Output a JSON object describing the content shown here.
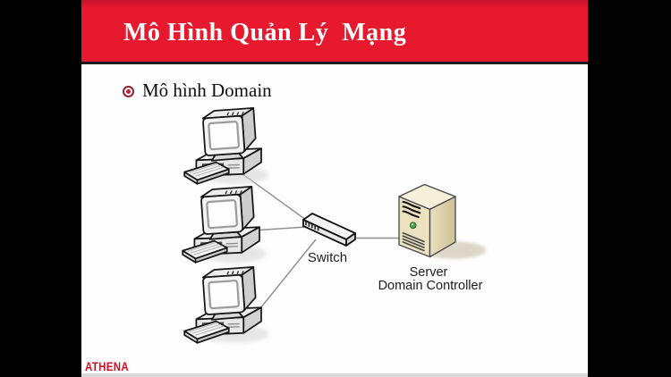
{
  "slide": {
    "title": "Mô Hình Quản Lý  Mạng",
    "bullet_label": "Mô hình Domain",
    "watermark": "ATHENA"
  },
  "diagram": {
    "workstations": [
      {
        "icon": "computer-icon"
      },
      {
        "icon": "computer-icon"
      },
      {
        "icon": "computer-icon"
      }
    ],
    "switch": {
      "icon": "switch-icon",
      "label": "Switch"
    },
    "server": {
      "icon": "server-icon",
      "label_line1": "Server",
      "label_line2": "Domain Controller"
    },
    "connections": [
      "workstation-1-to-switch",
      "workstation-2-to-switch",
      "workstation-3-to-switch",
      "switch-to-server"
    ]
  },
  "colors": {
    "banner_red": "#e7192e",
    "banner_red_dark": "#c2122b",
    "watermark_red": "#ce1127",
    "bullet_ring": "#8e2237",
    "bullet_dot": "#e01229",
    "line_gray": "#8f8f8f"
  }
}
